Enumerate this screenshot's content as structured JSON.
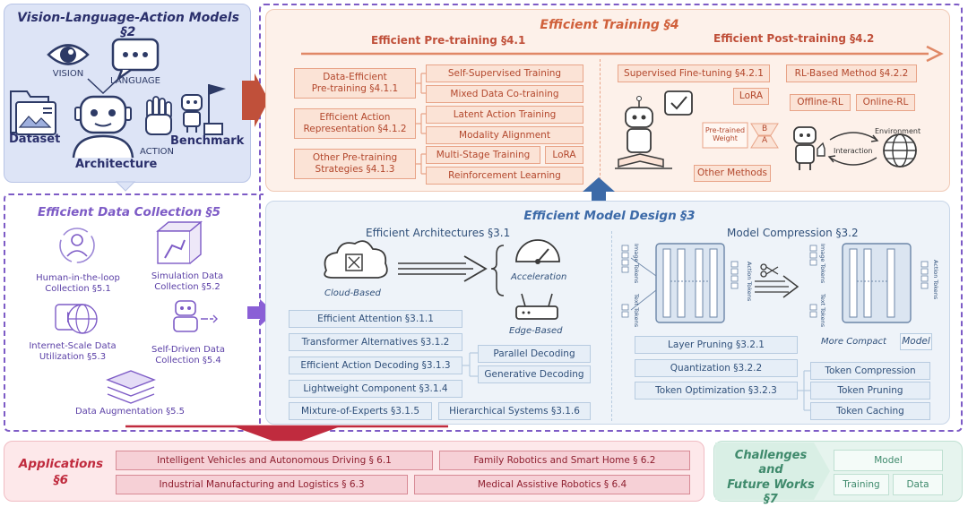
{
  "vla": {
    "title": "Vision-Language-Action Models §2",
    "vision": "VISION",
    "language": "LANGUAGE",
    "action": "ACTION",
    "dataset": "Dataset",
    "architecture": "Architecture",
    "benchmark": "Benchmark"
  },
  "training": {
    "title": "Efficient Training §4",
    "pretraining_header": "Efficient Pre-training §4.1",
    "posttraining_header": "Efficient Post-training §4.2",
    "data_efficient": "Data-Efficient\nPre-training §4.1.1",
    "action_repr": "Efficient Action\nRepresentation §4.1.2",
    "other_pre": "Other Pre-training\nStrategies §4.1.3",
    "self_supervised": "Self-Supervised Training",
    "mixed_data": "Mixed Data Co-training",
    "latent_action": "Latent Action Training",
    "modality_alignment": "Modality Alignment",
    "multi_stage": "Multi-Stage Training",
    "lora_pre": "LoRA",
    "reinforcement": "Reinforcement Learning",
    "sft": "Supervised Fine-tuning §4.2.1",
    "rl_method": "RL-Based Method §4.2.2",
    "lora_post": "LoRA",
    "offline_rl": "Offline-RL",
    "online_rl": "Online-RL",
    "pretrained_weight": "Pre-trained\nWeight",
    "b_label": "B",
    "a_label": "A",
    "other_methods": "Other Methods",
    "interaction": "Interaction",
    "environment": "Environment"
  },
  "data_collection": {
    "title": "Efficient Data Collection §5",
    "human_loop": "Human-in-the-loop\nCollection §5.1",
    "simulation": "Simulation Data\nCollection §5.2",
    "internet": "Internet-Scale Data\nUtilization §5.3",
    "self_driven": "Self-Driven Data\nCollection §5.4",
    "augmentation": "Data Augmentation §5.5"
  },
  "model_design": {
    "title": "Efficient Model Design §3",
    "arch_header": "Efficient Architectures §3.1",
    "compression_header": "Model Compression §3.2",
    "cloud_based": "Cloud-Based",
    "acceleration": "Acceleration",
    "edge_based": "Edge-Based",
    "efficient_attention": "Efficient Attention §3.1.1",
    "transformer_alt": "Transformer Alternatives §3.1.2",
    "action_decoding": "Efficient Action Decoding §3.1.3",
    "parallel_decoding": "Parallel Decoding",
    "generative_decoding": "Generative Decoding",
    "lightweight": "Lightweight Component §3.1.4",
    "moe": "Mixture-of-Experts §3.1.5",
    "hierarchical": "Hierarchical Systems §3.1.6",
    "layer_pruning": "Layer Pruning §3.2.1",
    "quantization": "Quantization §3.2.2",
    "token_optimization": "Token Optimization §3.2.3",
    "token_compression": "Token Compression",
    "token_pruning": "Token Pruning",
    "token_caching": "Token Caching",
    "more_compact": "More Compact",
    "model_tag": "Model",
    "image_tokens": "Image Tokens",
    "text_tokens": "Text Tokens",
    "action_tokens": "Action Tokens"
  },
  "applications": {
    "title": "Applications\n§6",
    "vehicles": "Intelligent Vehicles and Autonomous Driving § 6.1",
    "family": "Family Robotics and Smart Home § 6.2",
    "industrial": "Industrial Manufacturing and Logistics § 6.3",
    "medical": "Medical Assistive Robotics § 6.4"
  },
  "future": {
    "title": "Challenges and\nFuture Works\n§7",
    "model": "Model",
    "training": "Training",
    "data": "Data"
  },
  "colors": {
    "vla_bg": "#dde4f6",
    "training_accent": "#d0603b",
    "design_accent": "#3c6aa8",
    "collection_accent": "#7d5bc6",
    "application_accent": "#c02b3e",
    "future_accent": "#3f8a6c",
    "dashed_border": "#7d5bc6"
  }
}
